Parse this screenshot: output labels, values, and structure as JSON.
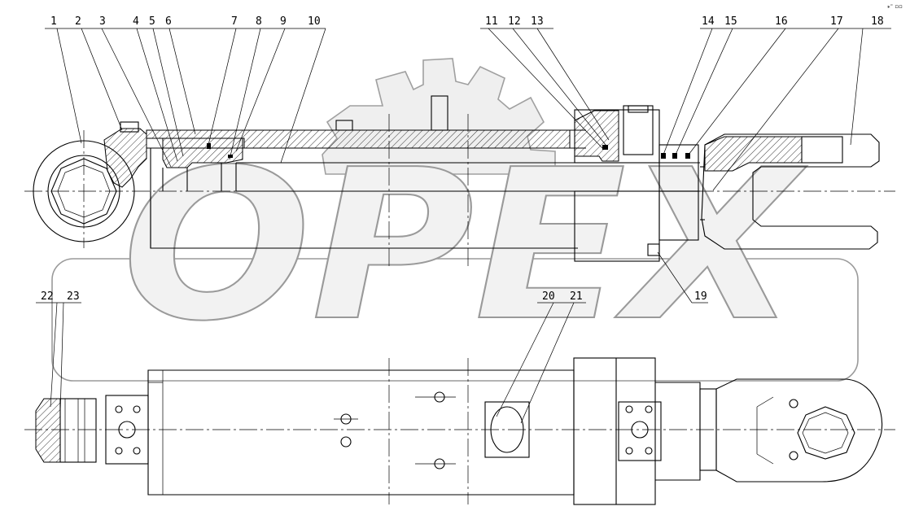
{
  "watermark": "OPEX",
  "corner_mark": "⁎⁼ ▫▫",
  "callouts": {
    "c1": "1",
    "c2": "2",
    "c3": "3",
    "c4": "4",
    "c5": "5",
    "c6": "6",
    "c7": "7",
    "c8": "8",
    "c9": "9",
    "c10": "10",
    "c11": "11",
    "c12": "12",
    "c13": "13",
    "c14": "14",
    "c15": "15",
    "c16": "16",
    "c17": "17",
    "c18": "18",
    "c19": "19",
    "c20": "20",
    "c21": "21",
    "c22": "22",
    "c23": "23"
  }
}
